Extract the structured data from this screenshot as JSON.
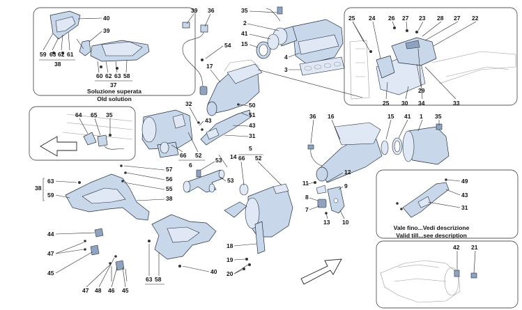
{
  "labels": {
    "l40a": "40",
    "l39a": "39",
    "l59": "59",
    "l63a": "63",
    "l62a": "62",
    "l61": "61",
    "l38a": "38",
    "l60": "60",
    "l62b": "62",
    "l63b": "63",
    "l58a": "58",
    "l37a": "37",
    "l39b": "39",
    "l36a": "36",
    "l54": "54",
    "l17": "17",
    "l35a": "35",
    "l2": "2",
    "l41a": "41",
    "l15a": "15",
    "l4": "4",
    "l3": "3",
    "l25a": "25",
    "l24": "24",
    "l26": "26",
    "l27a": "27",
    "l23": "23",
    "l28": "28",
    "l27b": "27",
    "l22": "22",
    "l29": "29",
    "l25b": "25",
    "l30": "30",
    "l34": "34",
    "l33": "33",
    "l32": "32",
    "l50": "50",
    "l51": "51",
    "l43a": "43",
    "l43b": "43",
    "l31a": "31",
    "l64": "64",
    "l65": "65",
    "l35b": "35",
    "l66a": "66",
    "l52a": "52",
    "l6": "6",
    "l14": "14",
    "l53a": "53",
    "l53b": "53",
    "l36b": "36",
    "l16": "16",
    "l15b": "15",
    "l41b": "41",
    "l1": "1",
    "l35c": "35",
    "l5": "5",
    "l66b": "66",
    "l52b": "52",
    "l57": "57",
    "l56": "56",
    "l55": "55",
    "l63c": "63",
    "l38b": "38",
    "l59b": "59",
    "l38c": "38",
    "l12": "12",
    "l11": "11",
    "l9": "9",
    "l8": "8",
    "l7": "7",
    "l13": "13",
    "l10": "10",
    "l49": "49",
    "l43c": "43",
    "l31b": "31",
    "l44": "44",
    "l47a": "47",
    "l45a": "45",
    "l18": "18",
    "l19": "19",
    "l20": "20",
    "l63d": "63",
    "l58b": "58",
    "l40b": "40",
    "l47b": "47",
    "l48": "48",
    "l46": "46",
    "l45b": "45",
    "l42": "42",
    "l21": "21"
  },
  "captions": {
    "old_solution_it": "Soluzione superata",
    "old_solution_en": "Old solution",
    "valid_till_it": "Vale fino...Vedi descrizione",
    "valid_till_en": "Valid till...see description"
  },
  "colors": {
    "part_fill": "#c9d7ea",
    "outline": "#1f2d3d",
    "box_border": "#555555"
  }
}
